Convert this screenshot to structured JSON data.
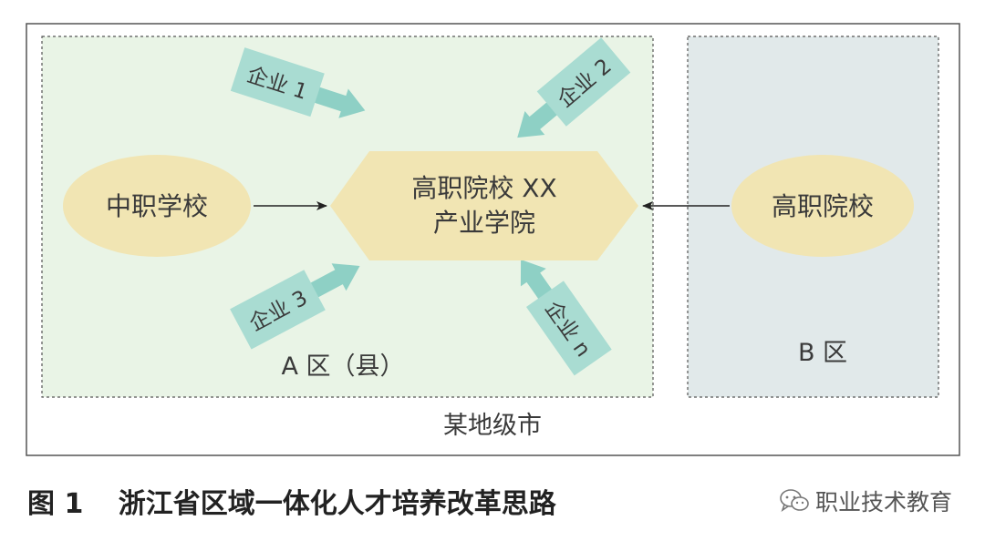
{
  "diagram": {
    "outer_label": "某地级市",
    "zone_a_label": "A 区（县）",
    "zone_b_label": "B 区",
    "secondary_school": "中职学校",
    "hub_line1": "高职院校 XX",
    "hub_line2": "产业学院",
    "vocational_college_b": "高职院校",
    "enterprises": {
      "e1": "企业 1",
      "e2": "企业 2",
      "e3": "企业 3",
      "en": "企业 n"
    }
  },
  "caption": {
    "figure_number": "图 1",
    "title": "浙江省区域一体化人才培养改革思路"
  },
  "watermark": "职业技术教育",
  "colors": {
    "zone_a_fill": "#e9f4e6",
    "zone_b_fill": "#e1e9ea",
    "node_fill": "#f1e5b3",
    "enterprise_fill": "#a9dcd2",
    "arrow_teal": "#8ed0c5",
    "border": "#555555"
  }
}
